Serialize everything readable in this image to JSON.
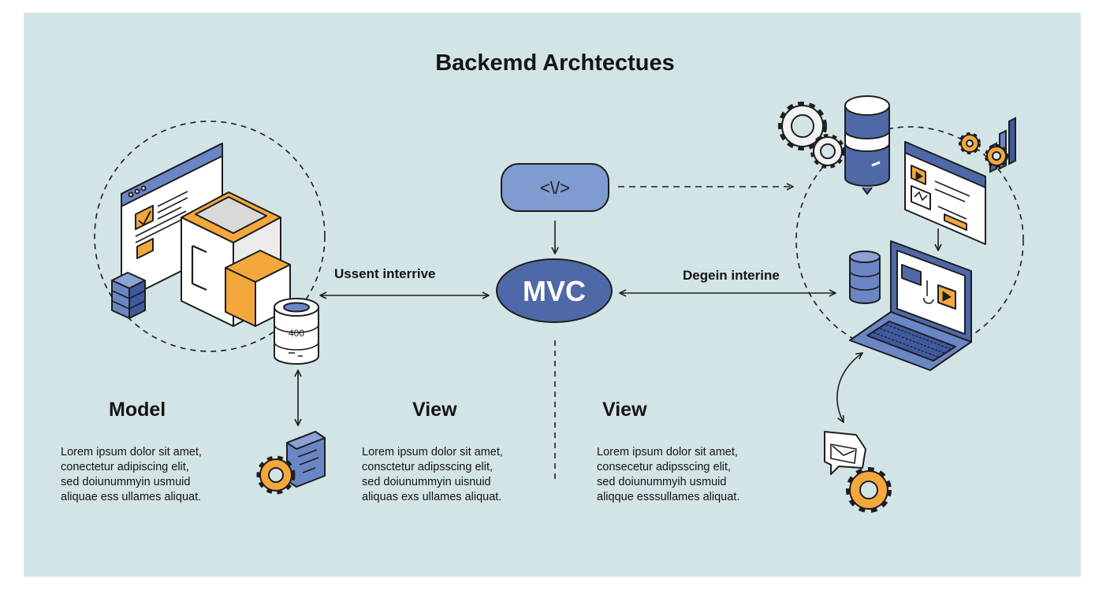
{
  "title": "Backemd Archtectues",
  "center": {
    "code_symbol": "<\\/>",
    "mvc_label": "MVC"
  },
  "connectors": {
    "left_label": "Ussent interrive",
    "right_label": "Degein interine"
  },
  "server_badge_text": "400",
  "sections": [
    {
      "heading": "Model",
      "body": "Lorem ipsum dolor sit amet,\nconectetur adipiscing elit,\nsed doiunummyin usmuid\naliquae ess ullames aliquat."
    },
    {
      "heading": "View",
      "body": "Lorem ipsum dolor sit amet,\nconsctetur adipsscing elit,\nsed doiunummyin uisnuid\naliquas exs ullames aliquat."
    },
    {
      "heading": "View",
      "body": "Lorem ipsum dolor sit amet,\nconsecetur adipsscing elit,\nsed doiunummyih usmuid\naliqque esssullames aliquat."
    }
  ],
  "colors": {
    "background": "#d3e4e6",
    "blue": "#6b86c4",
    "blue_dark": "#3f5a9e",
    "orange": "#f4a83c",
    "outline": "#1e1e1e"
  },
  "icons": [
    "code-icon",
    "database-icon",
    "gear-icon",
    "laptop-icon",
    "browser-window-icon",
    "server-stack-icon",
    "message-bubble-icon",
    "bar-chart-icon"
  ]
}
